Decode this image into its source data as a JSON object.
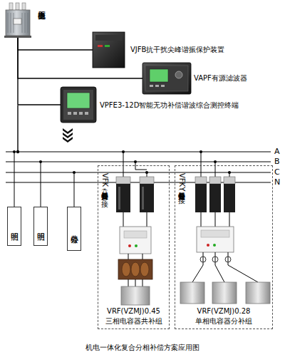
{
  "diagram": {
    "caption": "机电一体化复合分相补偿方案应用图",
    "nodes": [
      {
        "text": [
          "电力变压器"
        ]
      },
      {
        "text": [
          "VJFB抗干扰尖峰谐振保护装置"
        ]
      },
      {
        "text": [
          "VAPF有源滤波器"
        ]
      },
      {
        "text": [
          "VPFE3-12D智能无功补偿谐波综合测控终端"
        ]
      },
      {
        "text": [
          "照明"
        ]
      },
      {
        "text": [
          "照明"
        ]
      },
      {
        "text": [
          "办公楼"
        ]
      },
      {
        "text": [
          "VFK共补复合投切器（△接）",
          "VRF(VZMJ)0.45",
          "三相电容器共补组"
        ]
      },
      {
        "text": [
          "VFK分补复合投切器（Y接）",
          "VRF(VZMJ)0.28",
          "单相电容器分补组"
        ]
      }
    ],
    "edges": [
      {
        "from": 0,
        "to": 1,
        "arrow": "none"
      },
      {
        "from": 0,
        "to": 2,
        "arrow": "none"
      },
      {
        "from": 0,
        "to": 3,
        "arrow": "none"
      }
    ],
    "labels": [
      "A",
      "B",
      "C",
      "N"
    ]
  }
}
